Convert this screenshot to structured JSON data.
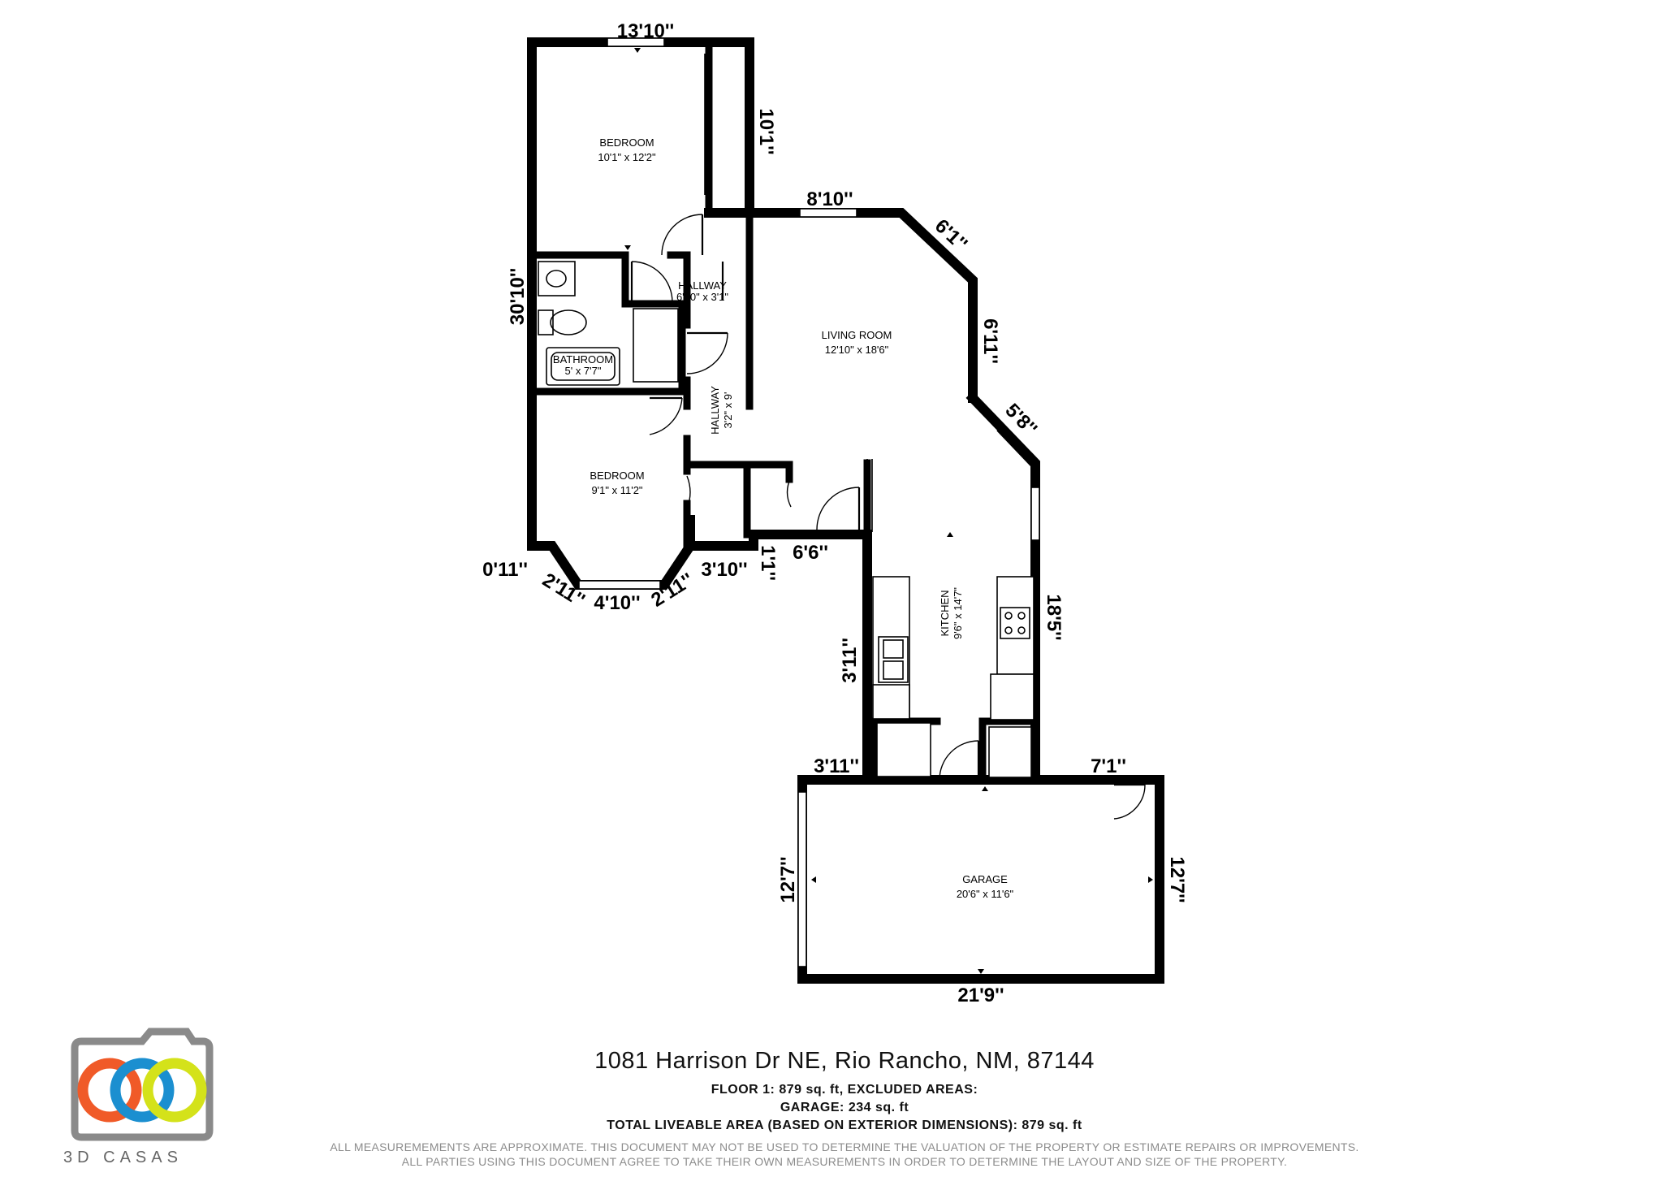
{
  "plan": {
    "rooms": [
      {
        "name": "BEDROOM",
        "size": "10'1\" x 12'2\""
      },
      {
        "name": "HALLWAY",
        "size": "6'10\" x 3'1\""
      },
      {
        "name": "BATHROOM",
        "size": "5' x 7'7\""
      },
      {
        "name": "LIVING ROOM",
        "size": "12'10\" x 18'6\""
      },
      {
        "name": "HALLWAY",
        "size": "3'2\" x 9'"
      },
      {
        "name": "BEDROOM",
        "size": "9'1\" x 11'2\""
      },
      {
        "name": "KITCHEN",
        "size": "9'6\" x 14'7\""
      },
      {
        "name": "GARAGE",
        "size": "20'6\" x 11'6\""
      }
    ],
    "dimensions": [
      "13'10''",
      "10'1''",
      "8'10''",
      "6'1''",
      "6'11''",
      "5'8''",
      "30'10''",
      "18'5''",
      "6'6''",
      "1'1''",
      "0'11''",
      "2'11''",
      "4'10''",
      "2'11''",
      "3'10''",
      "3'11''",
      "3'11''",
      "7'1''",
      "12'7''",
      "12'7''",
      "21'9''"
    ]
  },
  "footer": {
    "address": "1081 Harrison Dr NE, Rio Rancho, NM, 87144",
    "line1": "FLOOR 1: 879 sq. ft, EXCLUDED AREAS:",
    "line2": "GARAGE: 234 sq. ft",
    "line3": "TOTAL LIVEABLE AREA (BASED ON EXTERIOR DIMENSIONS): 879 sq. ft",
    "disclaimer1": "ALL MEASUREMEMENTS ARE APPROXIMATE. THIS DOCUMENT MAY NOT BE USED TO DETERMINE THE VALUATION OF THE PROPERTY OR ESTIMATE REPAIRS OR IMPROVEMENTS.",
    "disclaimer2": "ALL PARTIES USING THIS DOCUMENT AGREE TO TAKE THEIR OWN MEASUREMENTS IN ORDER TO DETERMINE THE LAYOUT AND SIZE OF THE PROPERTY."
  },
  "brand": {
    "name": "3D CASAS",
    "colors": {
      "gray": "#8a8a8a",
      "orange": "#f05a28",
      "blue": "#1b8fd0",
      "yellow": "#d4e21a"
    }
  }
}
